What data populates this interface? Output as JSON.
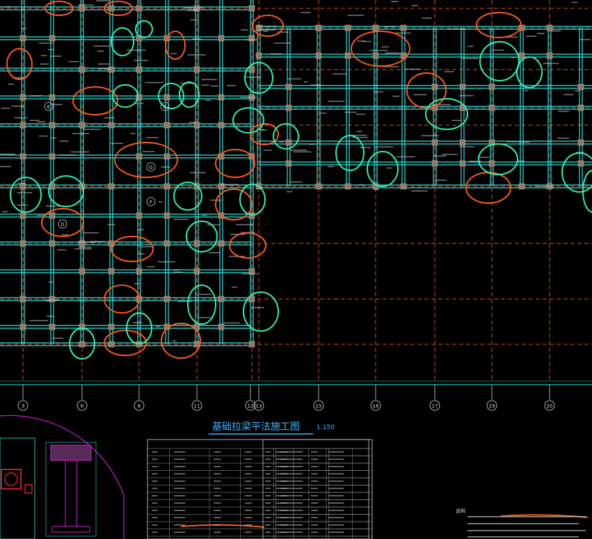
{
  "drawing": {
    "title": "基础拉梁平法施工图",
    "scale": "1:150",
    "notes_heading": "说明",
    "axis_labels": [
      "3",
      "6",
      "8",
      "11",
      "12",
      "13",
      "15",
      "16",
      "17",
      "19",
      "20"
    ],
    "row_labels": [
      "G",
      "F",
      "E",
      "D",
      "C"
    ],
    "colors": {
      "background": "#000000",
      "beam": "#2fe6e6",
      "grid": "#e0501e",
      "column": "#8a7a70",
      "text": "#d8d8d8",
      "markup_orange": "#ff5a1a",
      "markup_green": "#2ef2b0",
      "detail": "#d020d0",
      "title": "#3fb8ff"
    }
  }
}
